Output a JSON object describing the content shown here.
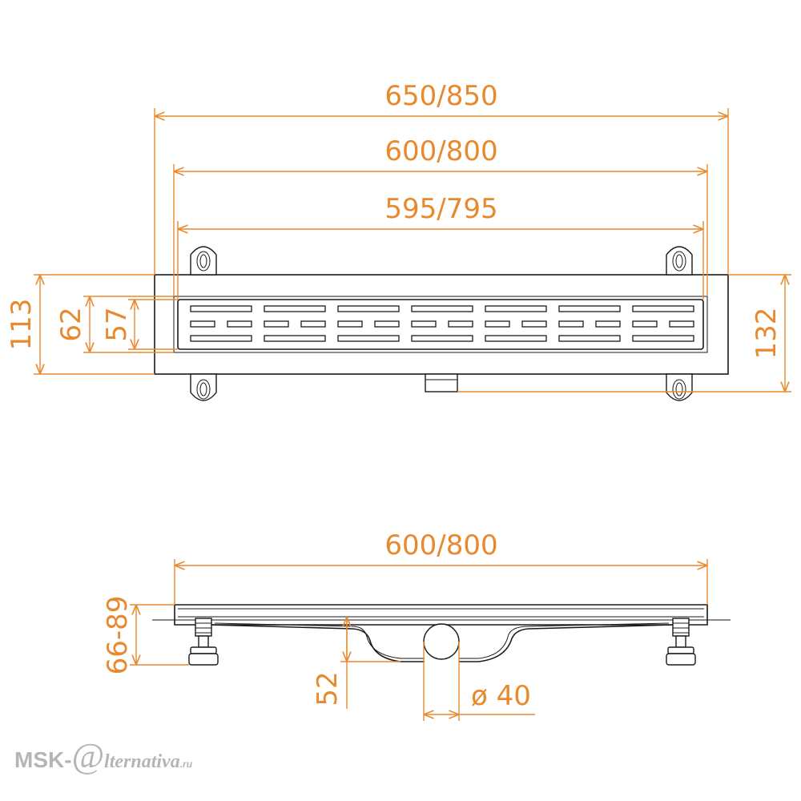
{
  "dimensions": {
    "top_overall": "650/850",
    "top_body": "600/800",
    "top_grate": "595/795",
    "height_113": "113",
    "height_62": "62",
    "height_57": "57",
    "height_132": "132",
    "side_length": "600/800",
    "side_height": "66-89",
    "outlet_height": "52",
    "outlet_diameter": "ø 40"
  },
  "watermark": {
    "prefix": "MSK-",
    "at": "@",
    "suffix": "lternativa",
    "tld": ".ru"
  },
  "colors": {
    "dimension": "#e8892e",
    "outline": "#1a1a1a",
    "watermark": "#b5b5b5"
  }
}
